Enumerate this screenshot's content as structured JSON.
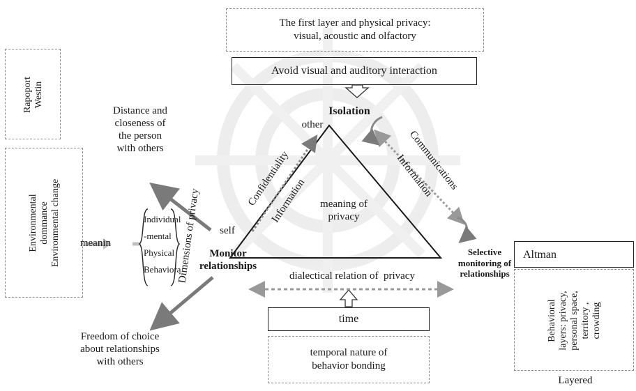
{
  "top_box": {
    "line1": "The first layer and physical privacy:",
    "line2": "visual, acoustic and olfactory"
  },
  "avoid_box": "Avoid visual and auditory interaction",
  "left_top_box": {
    "line1": "Rapoport",
    "line2": "Westin"
  },
  "left_mid_box": {
    "line1": "Environmental",
    "line2": "dommance",
    "line3": "Environmental change"
  },
  "distance_label": [
    "Distance and",
    "closeness of",
    "the person",
    "with others"
  ],
  "meanin_label": "meanin",
  "bracket_items": [
    "Individual",
    "-mental",
    "Physical",
    "Behaviora"
  ],
  "dimensions_label": "Dimensions of privacy",
  "self_label": "self",
  "monitor_label": [
    "Monitor",
    "relationships"
  ],
  "isolation_label": "Isolation",
  "other_label": "other",
  "confidentiality_label": "Confidentiality",
  "information_left_label": "Information",
  "meaning_label": [
    "meaning of",
    "privacy"
  ],
  "communications_label": "Communications",
  "information_right_label": "Information",
  "selective_label": [
    "Selective",
    "monitoring of",
    "relationships"
  ],
  "dialectical_label": "dialectical relation of  privacy",
  "time_box": "time",
  "temporal_box": [
    "temporal nature of",
    "behavior bonding"
  ],
  "freedom_label": [
    "Freedom of choice",
    "about relationships",
    "with others"
  ],
  "altman_box": "Altman",
  "behavioral_box": [
    "Behavioral",
    "layers: privacy,",
    "personal space,",
    "territory ,",
    "crowding"
  ],
  "layered_label": "Layered",
  "colors": {
    "gray_arrow": "#7a7a7a",
    "light_arrow": "#bdbdbd",
    "border": "#222222"
  }
}
